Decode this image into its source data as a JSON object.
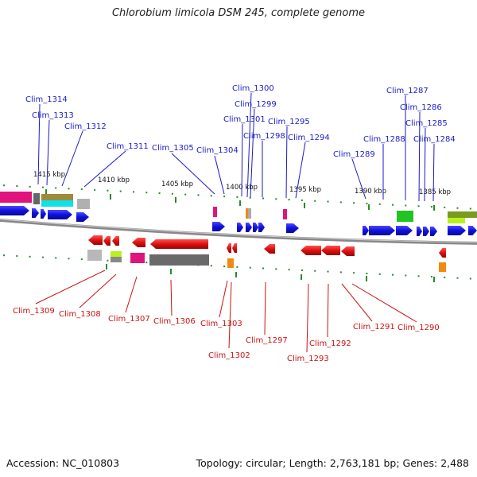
{
  "title": "Chlorobium limicola DSM 245, complete genome",
  "footer": {
    "accession": "Accession: NC_010803",
    "topology": "Topology: circular; Length: 2,763,181 bp; Genes: 2,488"
  },
  "scale_labels": [
    "1415 kbp",
    "1410 kbp",
    "1405 kbp",
    "1400 kbp",
    "1395 kbp",
    "1390 kbp",
    "1385 kbp"
  ],
  "top_genes": [
    "Clim_1314",
    "Clim_1313",
    "Clim_1312",
    "Clim_1311",
    "Clim_1305",
    "Clim_1304",
    "Clim_1301",
    "Clim_1300",
    "Clim_1299",
    "Clim_1298",
    "Clim_1295",
    "Clim_1294",
    "Clim_1289",
    "Clim_1288",
    "Clim_1287",
    "Clim_1286",
    "Clim_1285",
    "Clim_1284"
  ],
  "bottom_genes": [
    "Clim_1309",
    "Clim_1308",
    "Clim_1307",
    "Clim_1306",
    "Clim_1303",
    "Clim_1302",
    "Clim_1297",
    "Clim_1293",
    "Clim_1292",
    "Clim_1291",
    "Clim_1290"
  ],
  "colors": {
    "forward_strand": "#1010e0",
    "reverse_strand": "#e01010",
    "top_label": "#1a1acc",
    "bottom_label": "#cc1111",
    "backbone": "#888888",
    "tick": "#2a8a2a"
  }
}
